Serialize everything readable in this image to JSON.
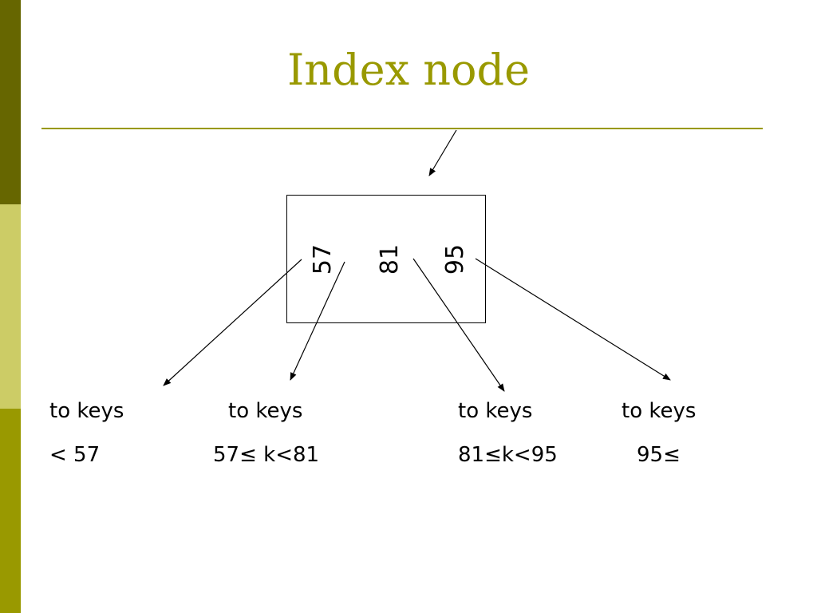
{
  "colors": {
    "bar_top": "#666600",
    "bar_middle": "#cccc66",
    "bar_bottom": "#999900",
    "title": "#999900",
    "rule": "#999900",
    "ink": "#000000"
  },
  "slide": {
    "title": "Index node"
  },
  "node": {
    "keys": [
      "57",
      "81",
      "95"
    ]
  },
  "pointers": [
    {
      "line1": "to keys",
      "line2": "< 57"
    },
    {
      "line1": "to keys",
      "line2": "57≤ k<81"
    },
    {
      "line1": "to keys",
      "line2": "81≤k<95"
    },
    {
      "line1": "to keys",
      "line2": "95≤"
    }
  ]
}
